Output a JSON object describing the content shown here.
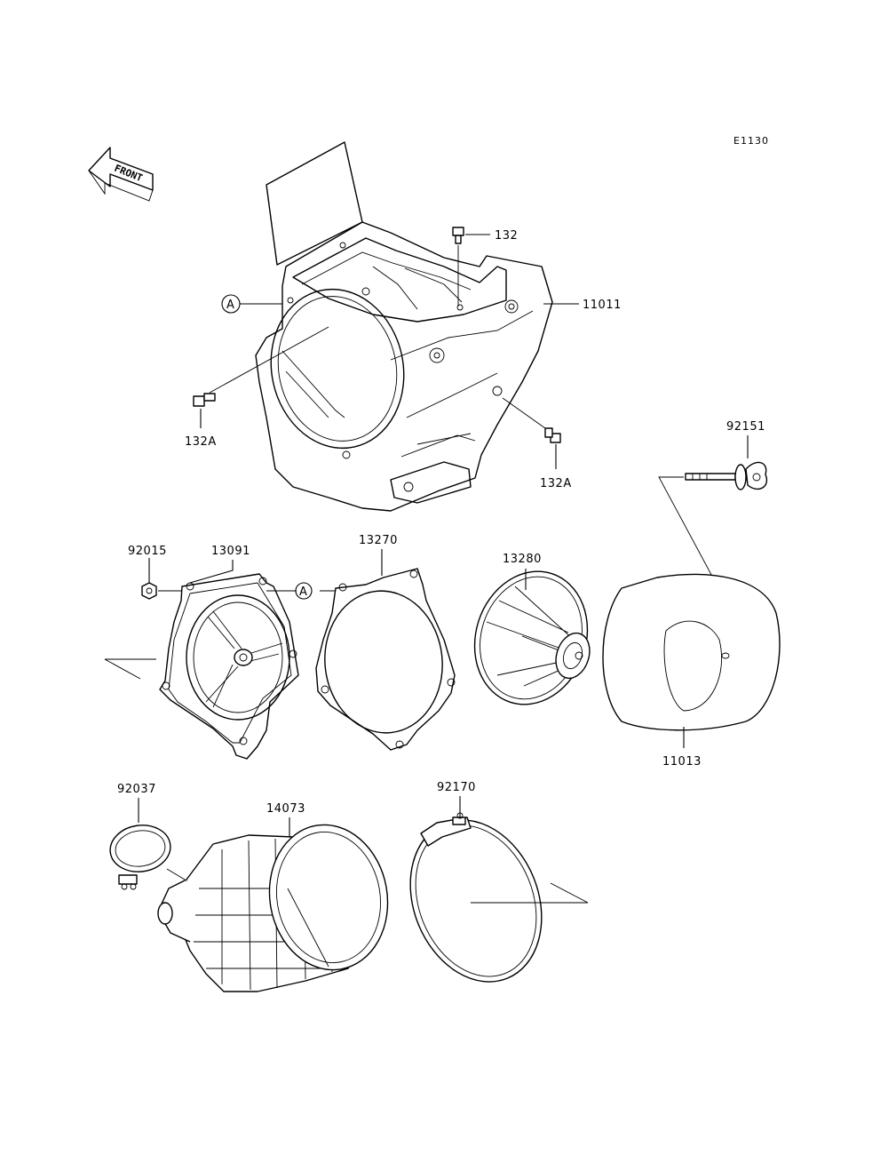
{
  "diagram": {
    "reference_code": "E1130",
    "front_arrow_label": "FRONT",
    "callout_marker": "A",
    "parts": {
      "p132": "132",
      "p11011": "11011",
      "p132A_left": "132A",
      "p132A_right": "132A",
      "p92151": "92151",
      "p92015": "92015",
      "p13091": "13091",
      "p13270": "13270",
      "p13280": "13280",
      "p11013": "11013",
      "p92037": "92037",
      "p14073": "14073",
      "p92170": "92170"
    }
  }
}
